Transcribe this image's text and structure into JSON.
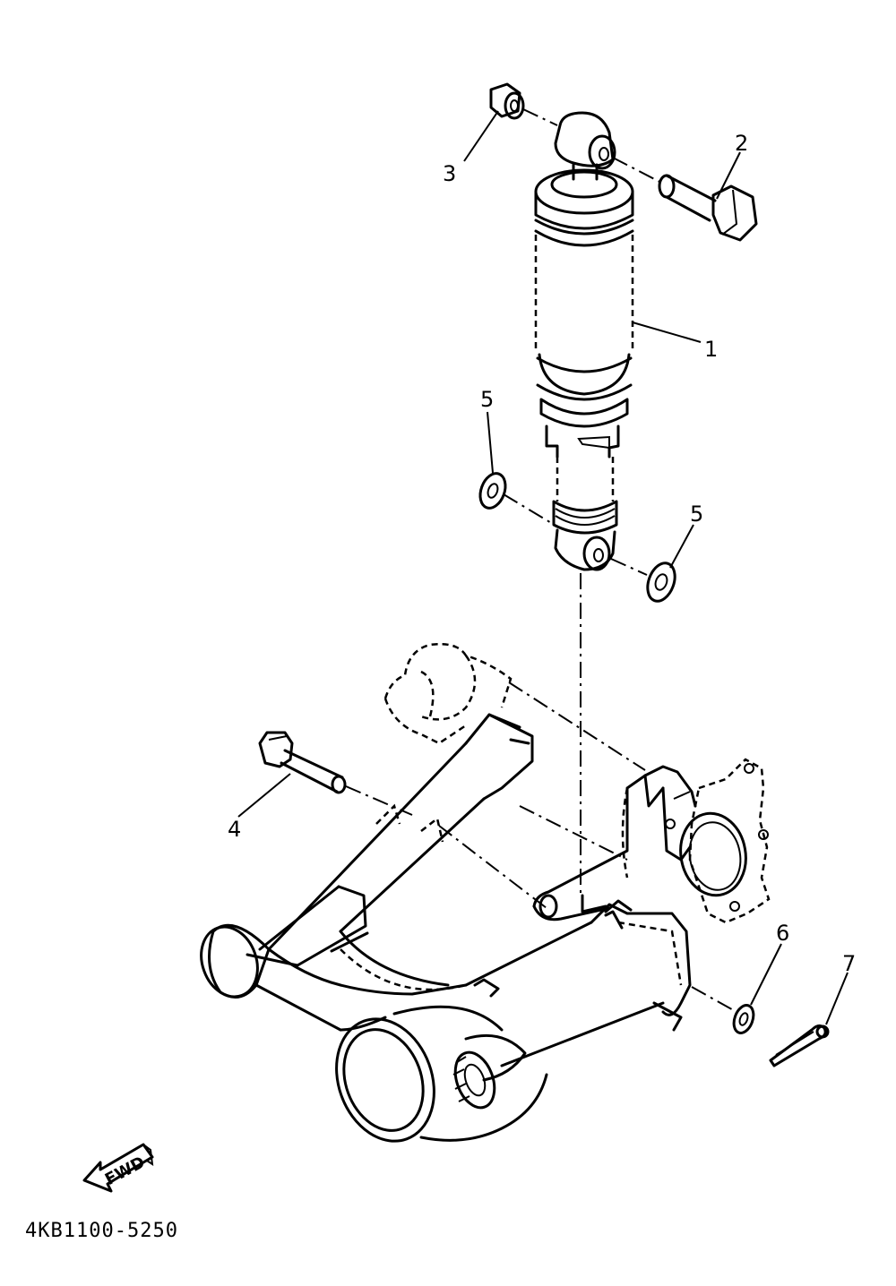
{
  "callouts": [
    {
      "id": "1",
      "label": "1"
    },
    {
      "id": "2",
      "label": "2"
    },
    {
      "id": "3",
      "label": "3"
    },
    {
      "id": "4",
      "label": "4"
    },
    {
      "id": "5a",
      "label": "5"
    },
    {
      "id": "5b",
      "label": "5"
    },
    {
      "id": "6",
      "label": "6"
    },
    {
      "id": "7",
      "label": "7"
    }
  ],
  "fwd_label": "FWD",
  "diagram_code": "4KB1100-5250"
}
